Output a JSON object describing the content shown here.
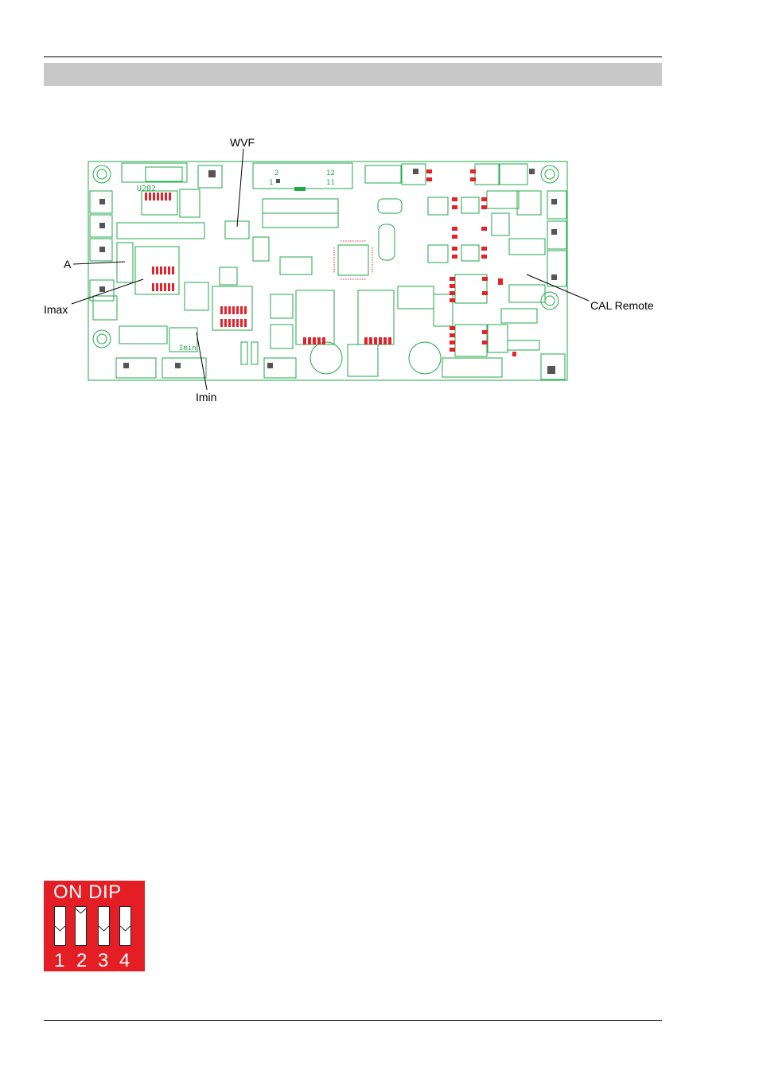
{
  "page": {
    "header_band_text": ""
  },
  "figure": {
    "callouts": {
      "wvf": "WVF",
      "a": "A",
      "imax": "Imax",
      "imin": "Imin",
      "cal_remote": "CAL Remote"
    },
    "board_labels": {
      "connector_left": "2",
      "connector_right": "12",
      "connector_left2": "1",
      "connector_right2": "11",
      "chip_u202": "U202",
      "chip_imin": "Imin"
    },
    "colors": {
      "pcb_outline": "#1faa4a",
      "pads": "#e8202a",
      "silkscreen_dark": "#555555"
    }
  },
  "dip_switch": {
    "title": "ON  DIP",
    "numbers": [
      "1",
      "2",
      "3",
      "4"
    ],
    "states": [
      "off",
      "on",
      "off",
      "off"
    ],
    "color": "#e31e24"
  }
}
